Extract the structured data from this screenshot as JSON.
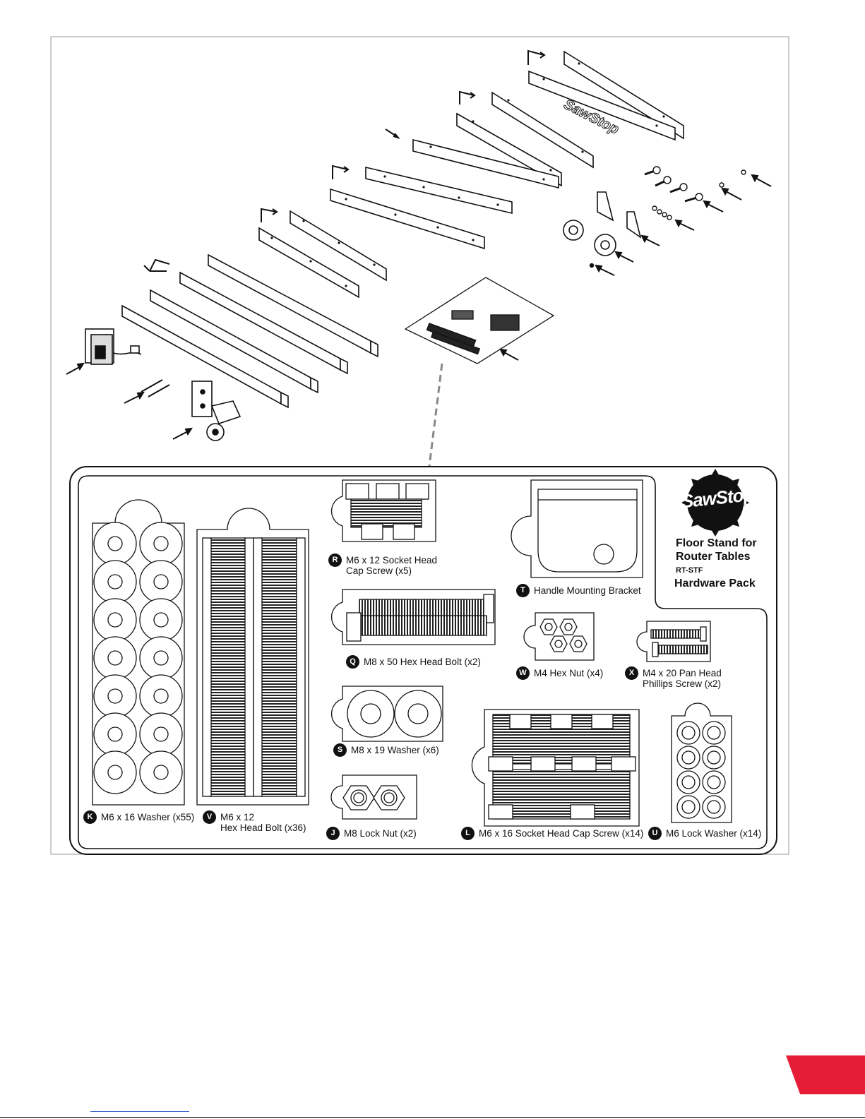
{
  "brand": {
    "logo": "SawStop",
    "title_line1": "Floor Stand for",
    "title_line2": "Router Tables",
    "model": "RT-STF",
    "pack": "Hardware Pack"
  },
  "rail_stamp": "SawStop",
  "parts": [
    {
      "letter": "K",
      "line1": "M6 x 16 Washer (x55)",
      "line2": ""
    },
    {
      "letter": "V",
      "line1": "M6 x 12",
      "line2": "Hex Head Bolt (x36)"
    },
    {
      "letter": "R",
      "line1": "M6 x 12 Socket Head",
      "line2": "Cap Screw (x5)"
    },
    {
      "letter": "Q",
      "line1": "M8 x 50 Hex Head Bolt (x2)",
      "line2": ""
    },
    {
      "letter": "S",
      "line1": "M8 x 19 Washer (x6)",
      "line2": ""
    },
    {
      "letter": "J",
      "line1": "M8 Lock Nut (x2)",
      "line2": ""
    },
    {
      "letter": "T",
      "line1": "Handle Mounting Bracket",
      "line2": ""
    },
    {
      "letter": "W",
      "line1": "M4 Hex Nut (x4)",
      "line2": ""
    },
    {
      "letter": "X",
      "line1": "M4 x 20 Pan Head",
      "line2": "Phillips Screw (x2)"
    },
    {
      "letter": "L",
      "line1": "M6 x 16 Socket Head Cap Screw (x14)",
      "line2": ""
    },
    {
      "letter": "U",
      "line1": "M6 Lock Washer (x14)",
      "line2": ""
    }
  ],
  "colors": {
    "accent": "#e61d36",
    "ink": "#111111",
    "link": "#2a55c8"
  }
}
